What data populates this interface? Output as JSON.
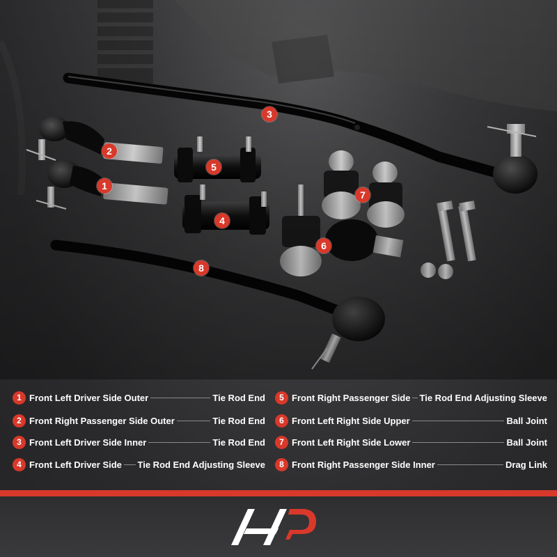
{
  "colors": {
    "accent": "#d8392b",
    "background": "#2b2b2d",
    "text": "#ffffff"
  },
  "badges": [
    "3",
    "2",
    "1",
    "5",
    "4",
    "7",
    "6",
    "8"
  ],
  "legend": [
    {
      "number": "1",
      "position": "Front Left Driver Side Outer",
      "part": "Tie Rod End"
    },
    {
      "number": "2",
      "position": "Front Right Passenger Side Outer",
      "part": "Tie Rod End"
    },
    {
      "number": "3",
      "position": "Front Left Driver Side Inner",
      "part": "Tie Rod End"
    },
    {
      "number": "4",
      "position": "Front Left Driver Side",
      "part": "Tie Rod End Adjusting Sleeve"
    },
    {
      "number": "5",
      "position": "Front Right Passenger Side",
      "part": "Tie Rod End Adjusting Sleeve"
    },
    {
      "number": "6",
      "position": "Front Left Right Side Upper",
      "part": "Ball Joint"
    },
    {
      "number": "7",
      "position": "Front Left Right Side Lower",
      "part": "Ball Joint"
    },
    {
      "number": "8",
      "position": "Front Right Passenger Side Inner",
      "part": "Drag Link"
    }
  ],
  "logo": {
    "icon": "a-premium-logo-icon"
  }
}
